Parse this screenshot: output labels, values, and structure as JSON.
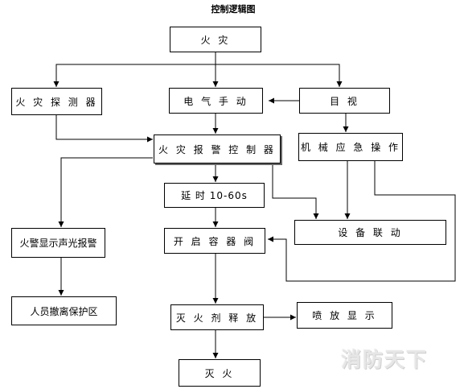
{
  "title": "控制逻辑图",
  "nodes": {
    "fire": "火 灾",
    "detector": "火 灾 探 测 器",
    "electric_manual": "电 气 手 动",
    "visual": "目  视",
    "controller": "火 灾 报 警 控 制 器",
    "mechanical": "机 械 应 急 操 作",
    "delay": "延 时 10-60s",
    "alarm": "火警显示声光报警",
    "linkage": "设 备 联 动",
    "open_valve": "开 启 容 器 阀",
    "evacuate": "人员撤离保护区",
    "release": "灭 火 剂 释 放",
    "spray_display": "喷 放 显 示",
    "extinguish": "灭    火"
  },
  "watermark": "消防天下"
}
